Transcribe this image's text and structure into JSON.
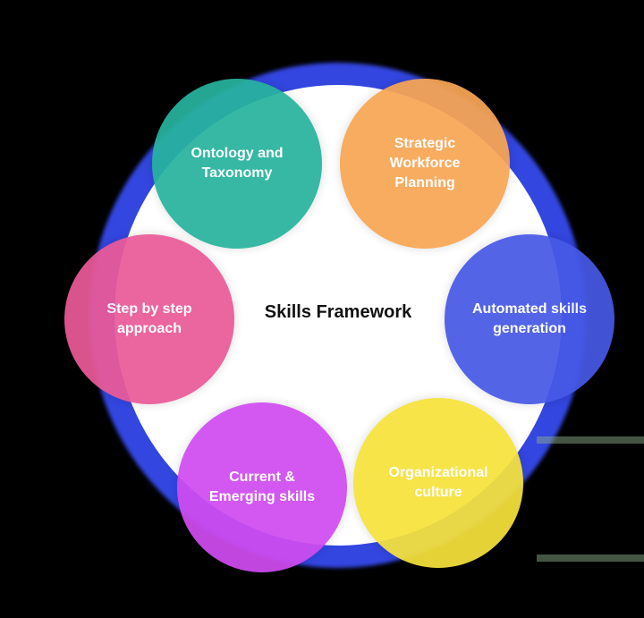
{
  "title": "Skills Framework",
  "nodes": [
    {
      "label": "Ontology and Taxonomy",
      "color": "#27b39e"
    },
    {
      "label": "Strategic Workforce Planning",
      "color": "#f8a654"
    },
    {
      "label": "Automated skills generation",
      "color": "#4659e6"
    },
    {
      "label": "Organizational culture",
      "color": "#f6e23c"
    },
    {
      "label": "Current & Emerging skills",
      "color": "#cf4cf0"
    },
    {
      "label": "Step by step approach",
      "color": "#ea5a98"
    }
  ]
}
